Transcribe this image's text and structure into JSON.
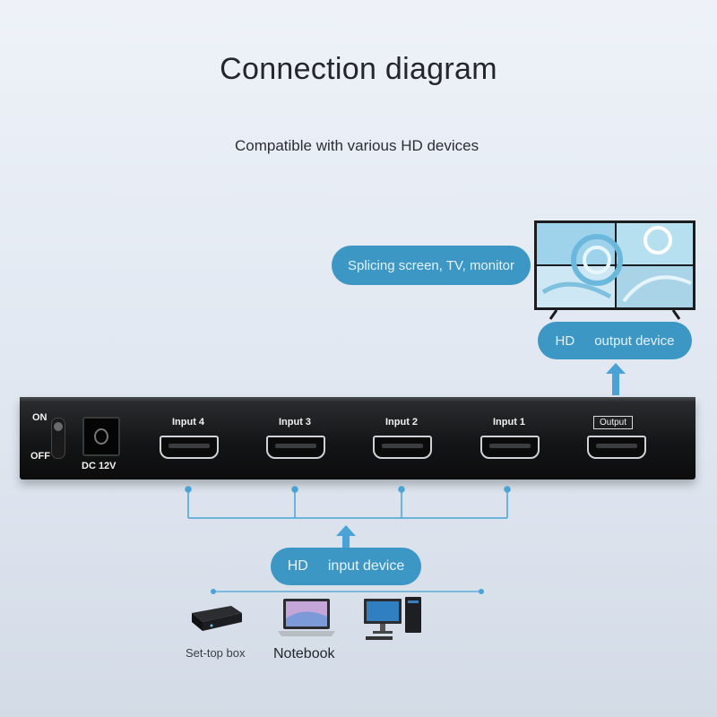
{
  "title": "Connection diagram",
  "subtitle": "Compatible with various HD devices",
  "output": {
    "screen_label": "Splicing screen, TV, monitor",
    "prefix": "HD",
    "label": "output device"
  },
  "device": {
    "power_on": "ON",
    "power_off": "OFF",
    "dc_label": "DC 12V",
    "ports": [
      "Input 4",
      "Input 3",
      "Input 2",
      "Input 1"
    ],
    "output_port": "Output"
  },
  "input": {
    "prefix": "HD",
    "label": "input device",
    "devices": [
      "Set-top box",
      "Notebook",
      ""
    ]
  },
  "colors": {
    "accent": "#3d97c5",
    "connector": "#4aa3d6",
    "device_body": "#141516"
  }
}
